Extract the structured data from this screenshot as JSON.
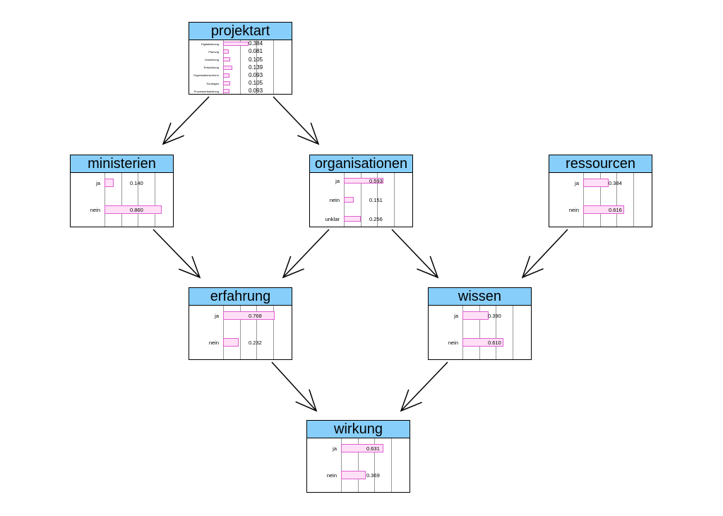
{
  "colors": {
    "title_bg": "#87cefa",
    "bar_fill": "#ffe0f6",
    "bar_border": "#e060d0",
    "gridline": "#9a9a9a",
    "edge": "#000000"
  },
  "nodes": [
    {
      "id": "projektart",
      "title": "projektart",
      "states": [
        {
          "label": "Digitalisierung",
          "value": "0.384",
          "p": 0.384
        },
        {
          "label": "Planung",
          "value": "0.081",
          "p": 0.081
        },
        {
          "label": "Umsetzung",
          "value": "0.105",
          "p": 0.105
        },
        {
          "label": "Entwicklung",
          "value": "0.139",
          "p": 0.139
        },
        {
          "label": "Organisationsreform",
          "value": "0.093",
          "p": 0.093
        },
        {
          "label": "Sonstiges",
          "value": "0.105",
          "p": 0.105
        },
        {
          "label": "Prozessentwicklung",
          "value": "0.093",
          "p": 0.093
        }
      ]
    },
    {
      "id": "ministerien",
      "title": "ministerien",
      "states": [
        {
          "label": "ja",
          "value": "0.140",
          "p": 0.14
        },
        {
          "label": "nein",
          "value": "0.860",
          "p": 0.86
        }
      ]
    },
    {
      "id": "organisationen",
      "title": "organisationen",
      "states": [
        {
          "label": "ja",
          "value": "0.593",
          "p": 0.593
        },
        {
          "label": "nein",
          "value": "0.151",
          "p": 0.151
        },
        {
          "label": "unklar",
          "value": "0.256",
          "p": 0.256
        }
      ]
    },
    {
      "id": "ressourcen",
      "title": "ressourcen",
      "states": [
        {
          "label": "ja",
          "value": "0.384",
          "p": 0.384
        },
        {
          "label": "nein",
          "value": "0.616",
          "p": 0.616
        }
      ]
    },
    {
      "id": "erfahrung",
      "title": "erfahrung",
      "states": [
        {
          "label": "ja",
          "value": "0.768",
          "p": 0.768
        },
        {
          "label": "nein",
          "value": "0.232",
          "p": 0.232
        }
      ]
    },
    {
      "id": "wissen",
      "title": "wissen",
      "states": [
        {
          "label": "ja",
          "value": "0.390",
          "p": 0.39
        },
        {
          "label": "nein",
          "value": "0.610",
          "p": 0.61
        }
      ]
    },
    {
      "id": "wirkung",
      "title": "wirkung",
      "states": [
        {
          "label": "ja",
          "value": "0.631",
          "p": 0.631
        },
        {
          "label": "nein",
          "value": "0.369",
          "p": 0.369
        }
      ]
    }
  ],
  "edges": [
    {
      "from": "projektart",
      "to": "ministerien"
    },
    {
      "from": "projektart",
      "to": "organisationen"
    },
    {
      "from": "ministerien",
      "to": "erfahrung"
    },
    {
      "from": "organisationen",
      "to": "erfahrung"
    },
    {
      "from": "organisationen",
      "to": "wissen"
    },
    {
      "from": "ressourcen",
      "to": "wissen"
    },
    {
      "from": "erfahrung",
      "to": "wirkung"
    },
    {
      "from": "wissen",
      "to": "wirkung"
    }
  ]
}
